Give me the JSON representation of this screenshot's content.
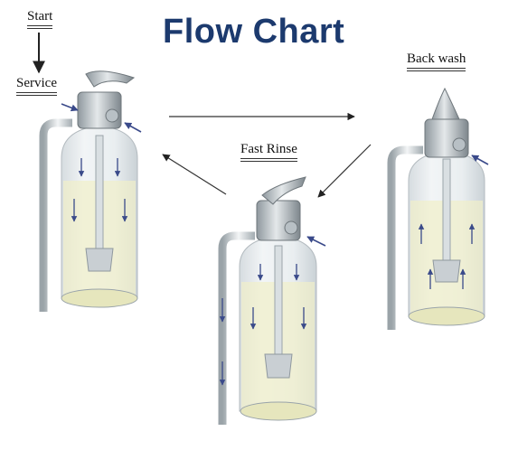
{
  "title": "Flow Chart",
  "stages": {
    "start": "Start",
    "service": "Service",
    "back_wash": "Back wash",
    "fast_rinse": "Fast Rinse"
  },
  "colors": {
    "title": "#1c3a6e",
    "tank_glass": "#dfe6ea",
    "media": "#f1efc9",
    "flow_arrow": "#3a4a8a",
    "diagram_arrow": "#222222"
  }
}
